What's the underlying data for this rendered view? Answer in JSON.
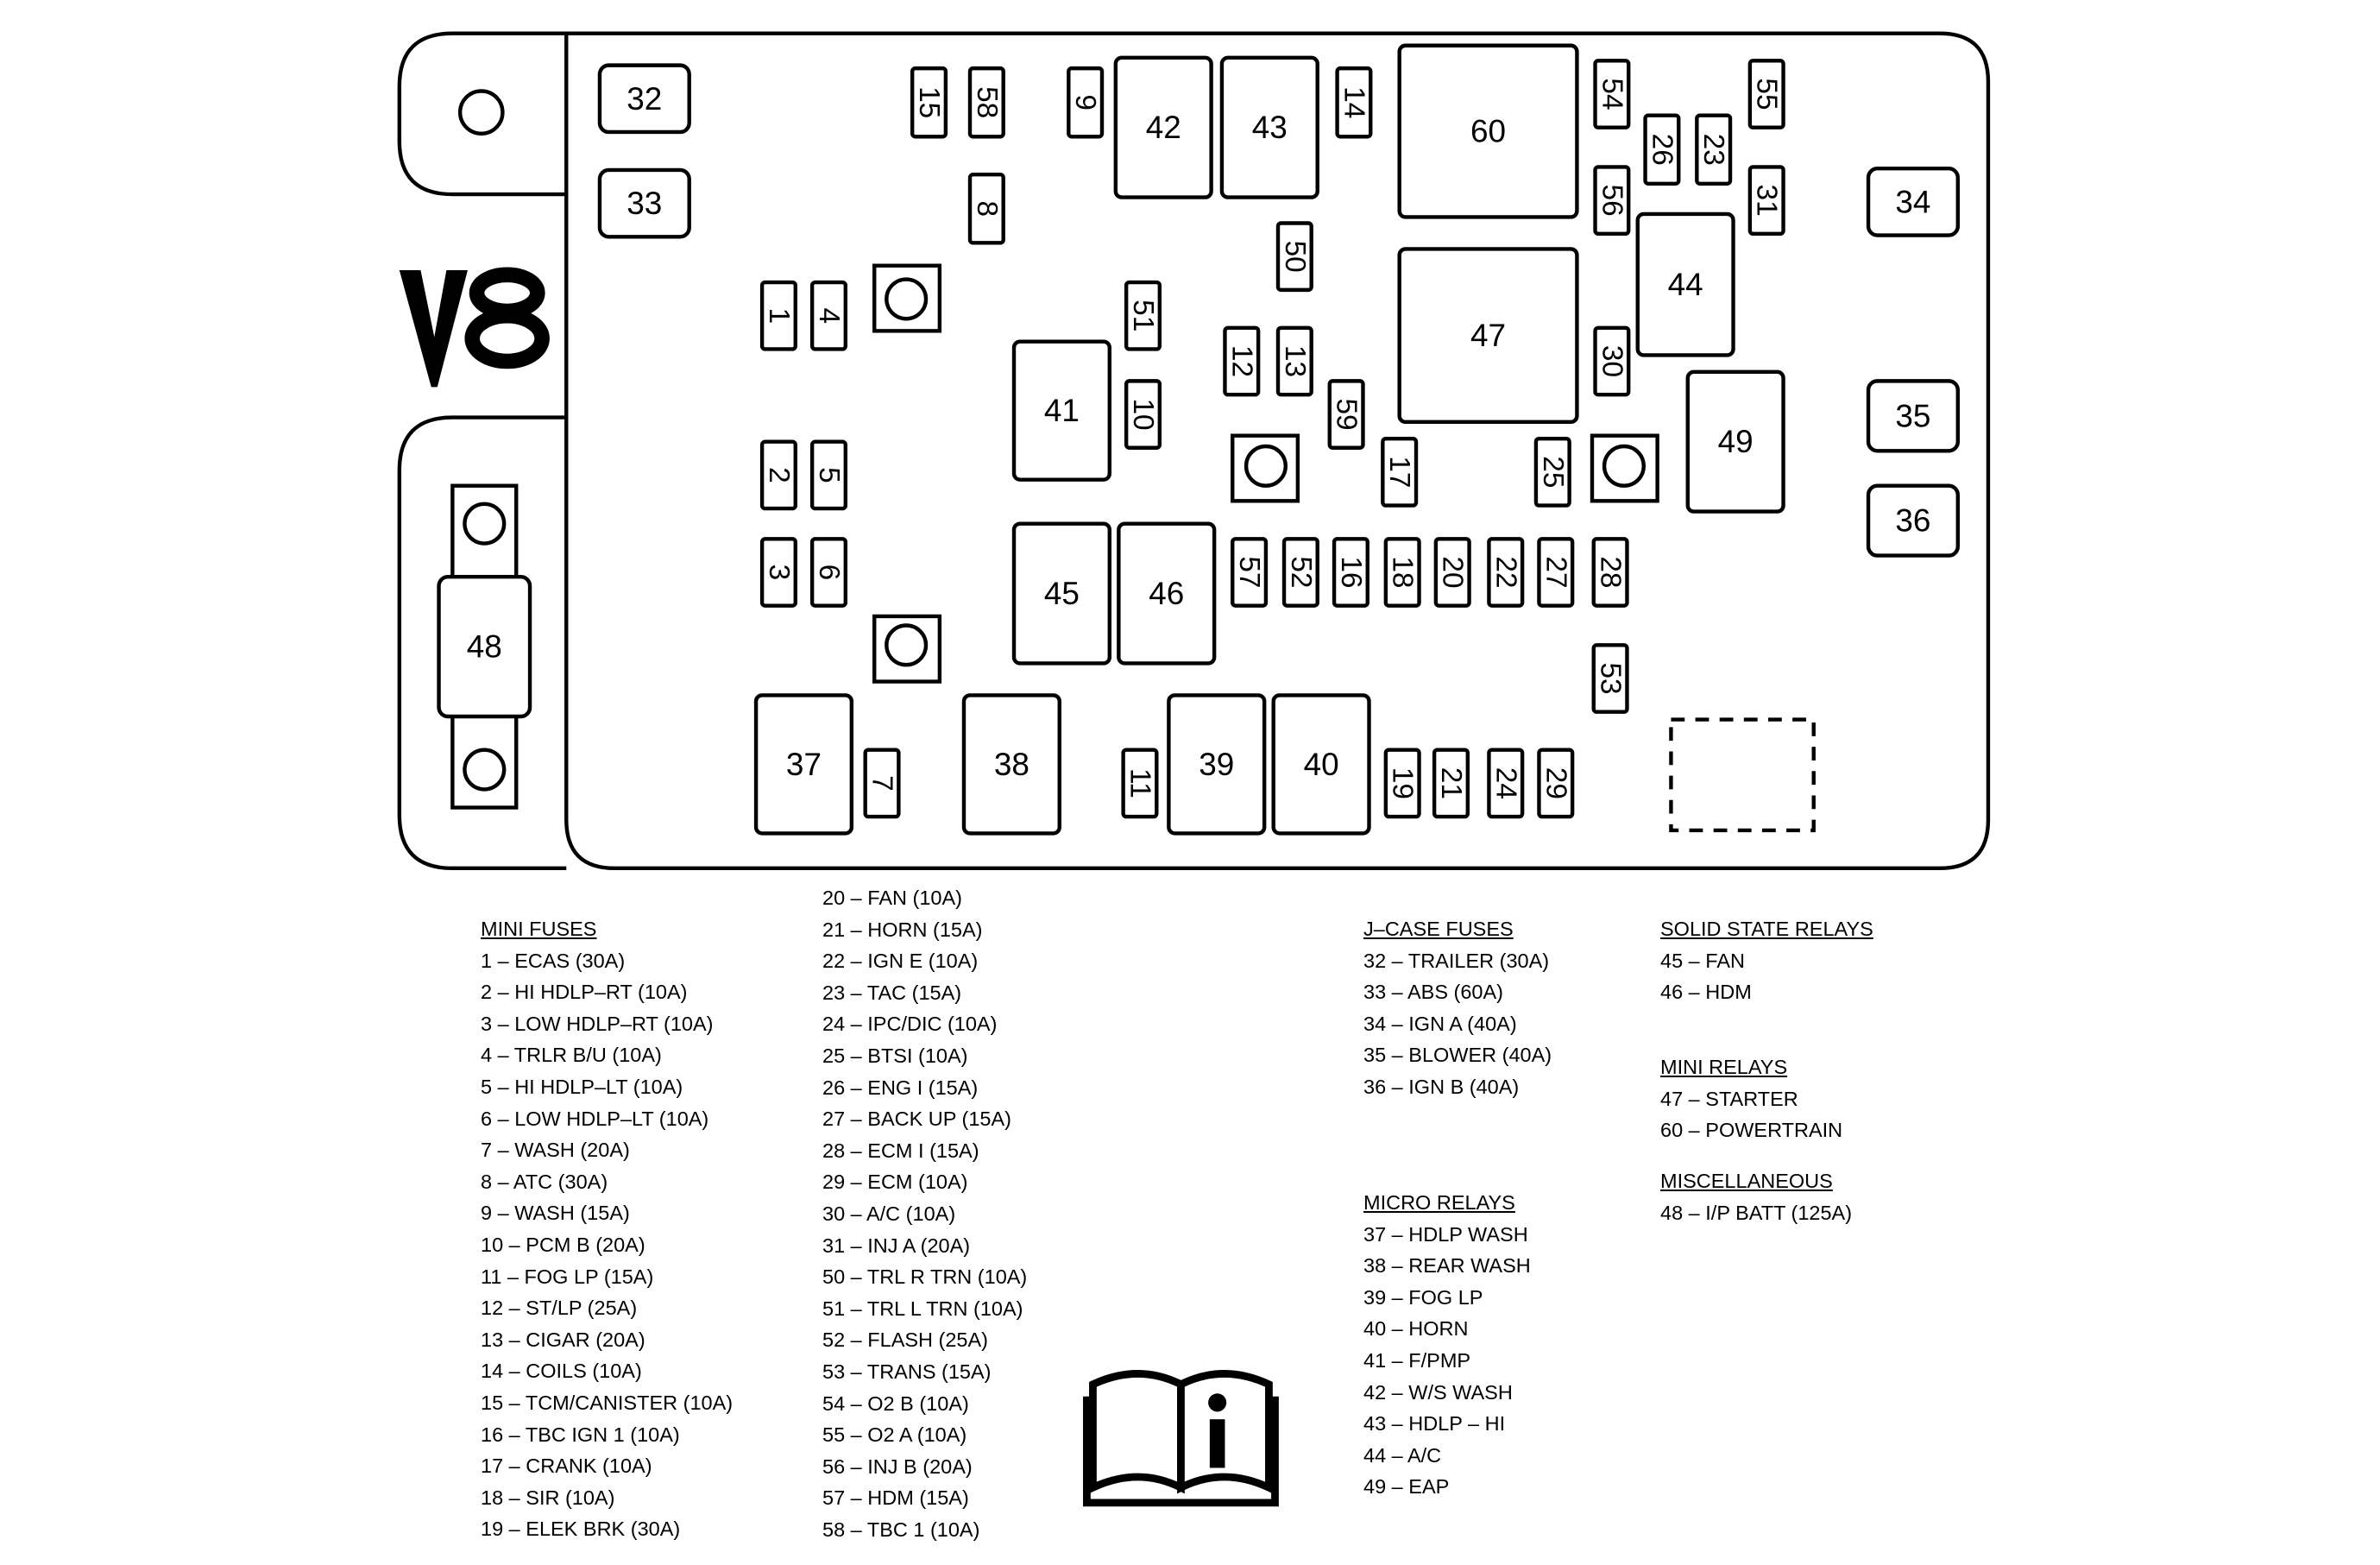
{
  "engine_label": "V8",
  "diagram": {
    "labels": {
      "b32": "32",
      "b33": "33",
      "b34": "34",
      "b35": "35",
      "b36": "36",
      "f15": "15",
      "f58": "58",
      "f9": "9",
      "r42": "42",
      "r43": "43",
      "f14": "14",
      "r60": "60",
      "f54": "54",
      "f55": "55",
      "f26": "26",
      "f23": "23",
      "f31": "31",
      "f8": "8",
      "f56": "56",
      "f50": "50",
      "r44": "44",
      "f1": "1",
      "f4": "4",
      "f51": "51",
      "f12": "12",
      "f13": "13",
      "r47": "47",
      "f30": "30",
      "r41": "41",
      "f10": "10",
      "f59": "59",
      "r49": "49",
      "f2": "2",
      "f5": "5",
      "f17": "17",
      "f25": "25",
      "f3": "3",
      "f6": "6",
      "r45": "45",
      "r46": "46",
      "f57": "57",
      "f52": "52",
      "f16": "16",
      "f18": "18",
      "f20": "20",
      "f22": "22",
      "f27": "27",
      "f28": "28",
      "f53": "53",
      "r37": "37",
      "f7": "7",
      "r38": "38",
      "f11": "11",
      "r39": "39",
      "r40": "40",
      "f19": "19",
      "f21": "21",
      "f24": "24",
      "f29": "29",
      "b48": "48"
    }
  },
  "legend": {
    "mini_fuses": {
      "heading": "MINI FUSES",
      "col1": [
        "1 – ECAS (30A)",
        "2 – HI HDLP–RT (10A)",
        "3 – LOW HDLP–RT (10A)",
        "4 – TRLR B/U (10A)",
        "5 – HI HDLP–LT (10A)",
        "6 – LOW HDLP–LT (10A)",
        "7 – WASH (20A)",
        "8 – ATC (30A)",
        "9 – WASH (15A)",
        "10 – PCM B (20A)",
        "11 – FOG LP (15A)",
        "12 – ST/LP (25A)",
        "13 – CIGAR (20A)",
        "14 – COILS (10A)",
        "15 – TCM/CANISTER (10A)",
        "16 – TBC IGN 1 (10A)",
        "17 – CRANK (10A)",
        "18 – SIR (10A)",
        "19 – ELEK BRK (30A)"
      ],
      "col2": [
        "20 – FAN (10A)",
        "21 – HORN (15A)",
        "22 – IGN E (10A)",
        "23 – TAC (15A)",
        "24 – IPC/DIC (10A)",
        "25 – BTSI (10A)",
        "26 – ENG I (15A)",
        "27 – BACK UP (15A)",
        "28 – ECM I (15A)",
        "29 – ECM (10A)",
        "30 – A/C (10A)",
        "31 – INJ A (20A)",
        "50 – TRL R TRN (10A)",
        "51 – TRL L TRN (10A)",
        "52 – FLASH (25A)",
        "53 – TRANS (15A)",
        "54 – O2 B (10A)",
        "55 – O2 A (10A)",
        "56 – INJ B (20A)",
        "57 – HDM (15A)",
        "58 – TBC 1 (10A)"
      ]
    },
    "jcase_fuses": {
      "heading": "J–CASE FUSES",
      "items": [
        "32 – TRAILER (30A)",
        "33 – ABS (60A)",
        "34 – IGN A (40A)",
        "35 – BLOWER (40A)",
        "36 – IGN B (40A)"
      ]
    },
    "micro_relays": {
      "heading": "MICRO RELAYS",
      "items": [
        "37 – HDLP WASH",
        "38 – REAR WASH",
        "39 – FOG LP",
        "40 – HORN",
        "41 – F/PMP",
        "42 – W/S WASH",
        "43 – HDLP – HI",
        "44 – A/C",
        "49 – EAP"
      ]
    },
    "solid_state_relays": {
      "heading": "SOLID STATE RELAYS",
      "items": [
        "45 – FAN",
        "46 – HDM"
      ]
    },
    "mini_relays": {
      "heading": "MINI RELAYS",
      "items": [
        "47 – STARTER",
        "60 – POWERTRAIN"
      ]
    },
    "miscellaneous": {
      "heading": "MISCELLANEOUS",
      "items": [
        "48 – I/P BATT (125A)"
      ]
    }
  },
  "icons": {
    "manual": "owner-manual-info-icon"
  }
}
